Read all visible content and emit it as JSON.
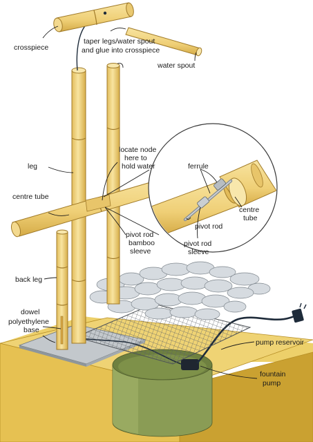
{
  "labels": {
    "crosspiece": "crosspiece",
    "taper_line1": "taper legs/water spout",
    "taper_line2": "and glue into crosspiece",
    "water_spout": "water spout",
    "locate_line1": "locate node",
    "locate_line2": "here to",
    "locate_line3": "hold water",
    "leg": "leg",
    "ferrule": "ferrule",
    "centre_tube": "centre tube",
    "centre_tube_inset_line1": "centre",
    "centre_tube_inset_line2": "tube",
    "pivot_rod": "pivot rod",
    "pivot_rod_bamboo_line1": "pivot rod",
    "pivot_rod_bamboo_line2": "bamboo",
    "pivot_rod_bamboo_line3": "sleeve",
    "pivot_rod_sleeve_line1": "pivot rod",
    "pivot_rod_sleeve_line2": "sleeve",
    "back_leg": "back leg",
    "dowel": "dowel",
    "poly_line1": "polyethylene",
    "poly_line2": "base",
    "pump_reservoir": "pump reservoir",
    "fountain_line1": "fountain",
    "fountain_line2": "pump"
  },
  "colors": {
    "bamboo": "#f0d27a",
    "bamboo_shade": "#d9b24e",
    "wood_base": "#e4c04e",
    "wood_side": "#c9a133",
    "metal_plate": "#b9bfc4",
    "reservoir": "#8fa15a",
    "reservoir_dark": "#6d7f3f",
    "stones": "#d6dbe0",
    "mesh": "#6a6f73",
    "cord": "#1e2b3a"
  }
}
